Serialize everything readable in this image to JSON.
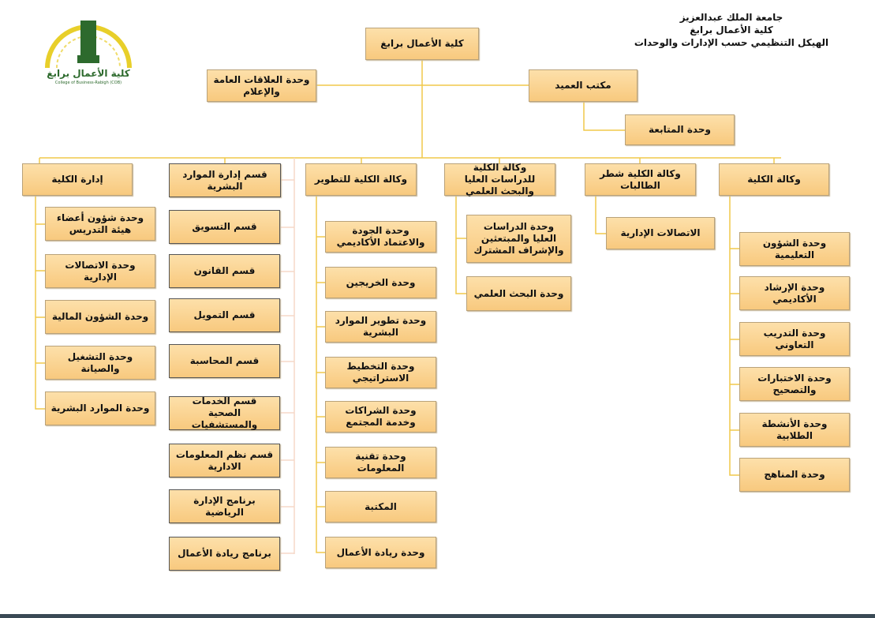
{
  "header": {
    "university": "جامعة الملك عبدالعزيز",
    "college": "كلية الأعمال برابغ",
    "title": "الهيكل التنظيمي حسب الإدارات والوحدات"
  },
  "logo": {
    "arabic": "كلية الأعمال برابغ",
    "english": "College of Business-Rabigh (COB)"
  },
  "colors": {
    "box_fill": "#fbd593",
    "line": "#f0c84a",
    "line_light": "#f6d8c8"
  },
  "top": {
    "root": "كلية الأعمال برابغ",
    "public_relations": "وحدة العلاقات العامة والإعلام",
    "dean_office": "مكتب العميد",
    "follow_up": "وحدة المتابعة"
  },
  "branches": {
    "admin": {
      "title": "إدارة الكلية",
      "units": [
        "وحدة شؤون أعضاء هيئة التدريس",
        "وحدة الاتصالات الإدارية",
        "وحدة الشؤون المالية",
        "وحدة التشغيل والصيانة",
        "وحدة الموارد البشرية"
      ]
    },
    "departments": {
      "title": "قسم إدارة الموارد البشرية",
      "units": [
        "قسم التسويق",
        "قسم القانون",
        "قسم التمويل",
        "قسم المحاسبة",
        "قسم الخدمات الصحية والمستشفيات",
        "قسم نظم المعلومات الادارية",
        "برنامج الإدارة الرياضية",
        "برنامج ريادة الأعمال"
      ]
    },
    "development": {
      "title": "وكالة الكلية للتطوير",
      "units": [
        "وحدة الجودة والاعتماد الأكاديمي",
        "وحدة الخريجين",
        "وحدة تطوير الموارد البشرية",
        "وحدة التخطيط الاستراتيجي",
        "وحدة الشراكات وخدمة المجتمع",
        "وحدة تقنية المعلومات",
        "المكتبة",
        "وحدة ريادة الأعمال"
      ]
    },
    "graduate": {
      "title": "وكالة الكلية للدراسات العليا والبحث العلمي",
      "units": [
        "وحدة الدراسات العليا والمبتعثين والإشراف المشترك",
        "وحدة البحث العلمي"
      ]
    },
    "female": {
      "title": "وكالة الكلية شطر الطالبات",
      "units": [
        "الاتصالات الإدارية"
      ]
    },
    "vice": {
      "title": "وكالة الكلية",
      "units": [
        "وحدة الشؤون التعليمية",
        "وحدة الإرشاد الأكاديمي",
        "وحدة التدريب التعاوني",
        "وحدة الاختبارات والتصحيح",
        "وحدة الأنشطة الطلابية",
        "وحدة المناهج"
      ]
    }
  }
}
